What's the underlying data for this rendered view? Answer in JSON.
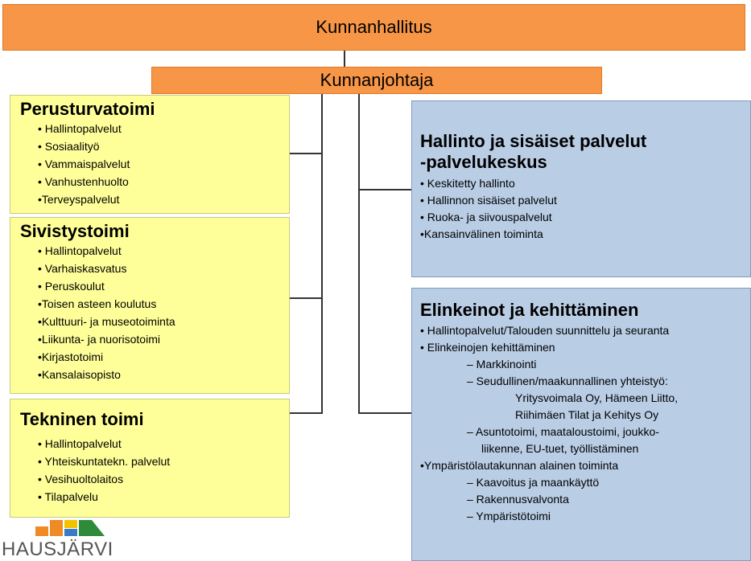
{
  "header": {
    "board": "Kunnanhallitus",
    "manager": "Kunnanjohtaja"
  },
  "perusturva": {
    "title": "Perusturvatoimi",
    "items": [
      "• Hallintopalvelut",
      "• Sosiaalityö",
      "• Vammaispalvelut",
      "• Vanhustenhuolto",
      "•Terveyspalvelut"
    ]
  },
  "sivistys": {
    "title": "Sivistystoimi",
    "items": [
      "• Hallintopalvelut",
      "• Varhaiskasvatus",
      "• Peruskoulut",
      "•Toisen asteen koulutus",
      "•Kulttuuri- ja museotoiminta",
      "•Liikunta- ja nuorisotoimi",
      "•Kirjastotoimi",
      "•Kansalaisopisto"
    ]
  },
  "tekninen": {
    "title": "Tekninen toimi",
    "items": [
      "• Hallintopalvelut",
      "• Yhteiskuntatekn. palvelut",
      "• Vesihuoltolaitos",
      "• Tilapalvelu"
    ]
  },
  "hallinto": {
    "title_line1": "Hallinto ja sisäiset palvelut",
    "title_line2": "-palvelukeskus",
    "items": [
      "• Keskitetty hallinto",
      "• Hallinnon sisäiset palvelut",
      "• Ruoka- ja siivouspalvelut",
      "•Kansainvälinen toiminta"
    ]
  },
  "elinkeino": {
    "title": "Elinkeinot ja kehittäminen",
    "lines": [
      "• Hallintopalvelut/Talouden suunnittelu ja seuranta",
      "• Elinkeinojen kehittäminen",
      "– Markkinointi",
      "– Seudullinen/maakunnallinen yhteistyö:",
      "Yritysvoimala Oy, Hämeen Liitto,",
      "Riihimäen Tilat ja Kehitys Oy",
      "– Asuntotoimi, maataloustoimi, joukko-",
      "liikenne, EU-tuet, työllistäminen",
      "•Ympäristölautakunnan alainen toiminta",
      "– Kaavoitus ja maankäyttö",
      "– Rakennusvalvonta",
      "– Ympäristötoimi"
    ]
  },
  "logo": {
    "text": "HAUSJÄRVI",
    "colors": {
      "orange": "#f08a24",
      "blue": "#3a7bc8",
      "yellow": "#f2c200",
      "green": "#2e8b3a"
    }
  }
}
